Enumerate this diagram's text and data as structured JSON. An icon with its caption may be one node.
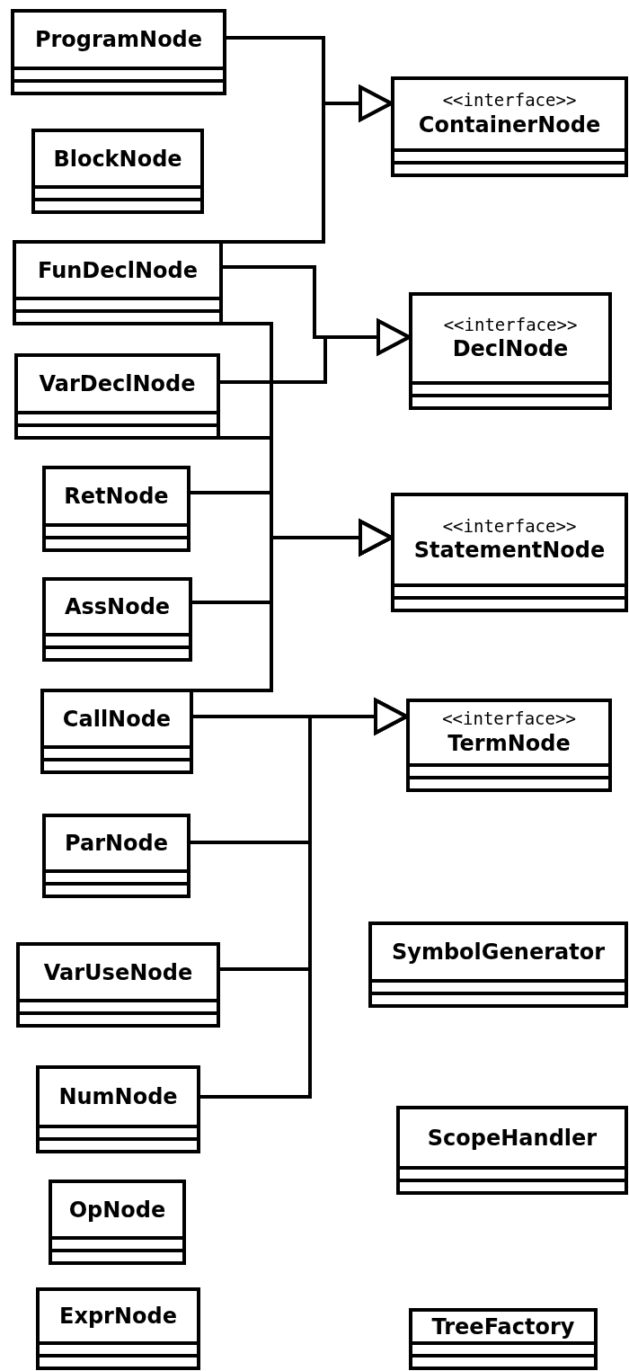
{
  "diagram": {
    "nodes": [
      {
        "text": [
          "ProgramNode"
        ]
      },
      {
        "text": [
          "BlockNode"
        ]
      },
      {
        "text": [
          "FunDeclNode"
        ]
      },
      {
        "text": [
          "VarDeclNode"
        ]
      },
      {
        "text": [
          "RetNode"
        ]
      },
      {
        "text": [
          "AssNode"
        ]
      },
      {
        "text": [
          "CallNode"
        ]
      },
      {
        "text": [
          "ParNode"
        ]
      },
      {
        "text": [
          "VarUseNode"
        ]
      },
      {
        "text": [
          "NumNode"
        ]
      },
      {
        "text": [
          "OpNode"
        ]
      },
      {
        "text": [
          "ExprNode"
        ]
      },
      {
        "text": [
          "<<interface>>",
          "ContainerNode"
        ]
      },
      {
        "text": [
          "<<interface>>",
          "DeclNode"
        ]
      },
      {
        "text": [
          "<<interface>>",
          "StatementNode"
        ]
      },
      {
        "text": [
          "<<interface>>",
          "TermNode"
        ]
      },
      {
        "text": [
          "SymbolGenerator"
        ]
      },
      {
        "text": [
          "ScopeHandler"
        ]
      },
      {
        "text": [
          "TreeFactory"
        ]
      }
    ],
    "edges": [
      {
        "from": 0,
        "to": 12,
        "arrow": "to"
      },
      {
        "from": 2,
        "to": 12,
        "arrow": "to"
      },
      {
        "from": 2,
        "to": 13,
        "arrow": "to"
      },
      {
        "from": 3,
        "to": 13,
        "arrow": "to"
      },
      {
        "from": 2,
        "to": 14,
        "arrow": "to"
      },
      {
        "from": 3,
        "to": 14,
        "arrow": "to"
      },
      {
        "from": 4,
        "to": 14,
        "arrow": "to"
      },
      {
        "from": 5,
        "to": 14,
        "arrow": "to"
      },
      {
        "from": 6,
        "to": 14,
        "arrow": "to"
      },
      {
        "from": 6,
        "to": 15,
        "arrow": "to"
      },
      {
        "from": 7,
        "to": 15,
        "arrow": "to"
      },
      {
        "from": 8,
        "to": 15,
        "arrow": "to"
      },
      {
        "from": 9,
        "to": 15,
        "arrow": "to"
      }
    ]
  }
}
